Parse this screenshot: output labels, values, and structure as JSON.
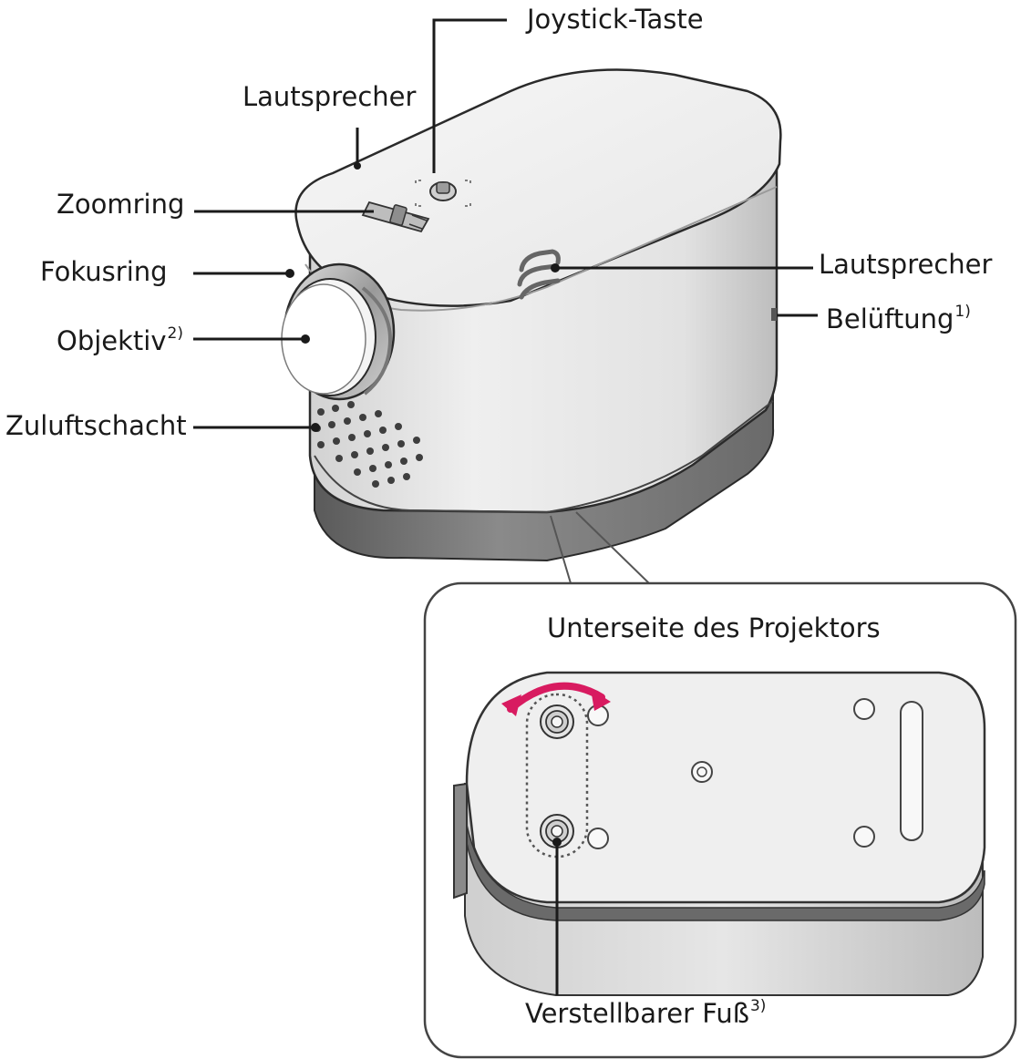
{
  "labels": {
    "joystick": "Joystick-Taste",
    "speaker_top": "Lautsprecher",
    "zoomring": "Zoomring",
    "fokusring": "Fokusring",
    "objektiv": "Objektiv",
    "objektiv_note": "2)",
    "zuluft": "Zuluftschacht",
    "speaker_side": "Lautsprecher",
    "belueftung": "Belüftung",
    "belueftung_note": "1)",
    "inset_title": "Unterseite des Projektors",
    "fuss": "Verstellbarer Fuß",
    "fuss_note": "3)"
  },
  "colors": {
    "line": "#1a1a1a",
    "body_light": "#f1f1f1",
    "body_mid": "#d6d6d6",
    "base_dark": "#6e6e6e",
    "rotate_arrow": "#d81b60"
  },
  "icons": [
    "projector-illustration",
    "lens-icon",
    "joystick-icon",
    "speaker-grille-icon",
    "rotate-arrow-icon"
  ]
}
